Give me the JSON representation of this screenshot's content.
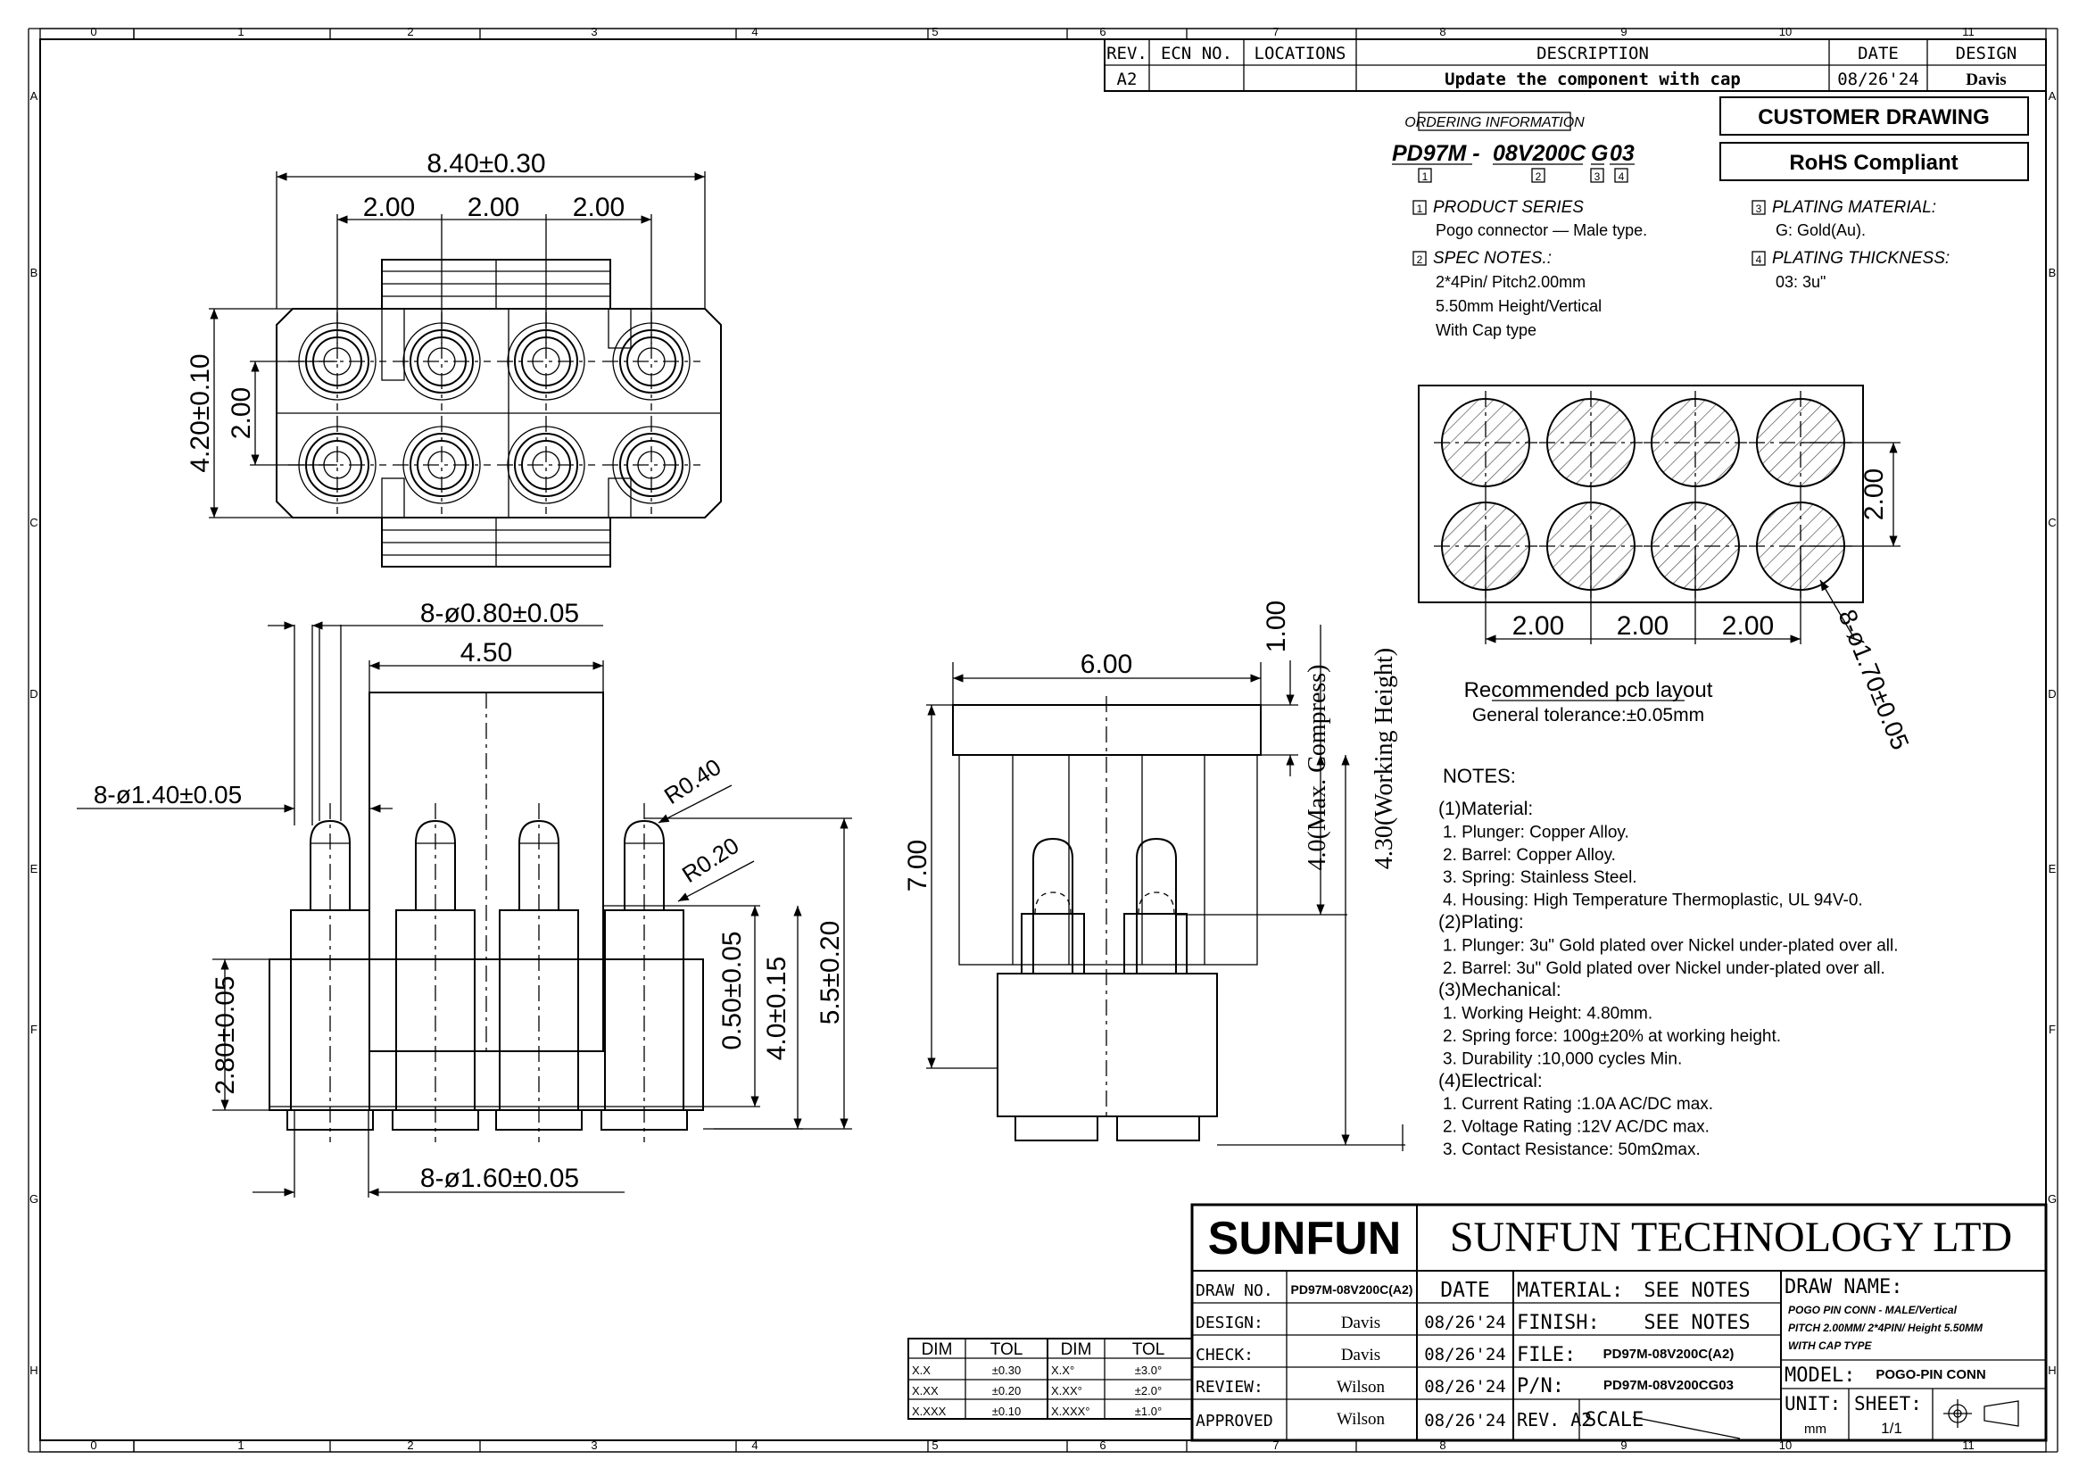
{
  "border": {
    "cols": [
      "0",
      "1",
      "2",
      "3",
      "4",
      "5",
      "6",
      "7",
      "8",
      "9",
      "10",
      "11"
    ],
    "rows": [
      "A",
      "B",
      "C",
      "D",
      "E",
      "F",
      "G",
      "H"
    ]
  },
  "revision": {
    "headers": {
      "rev": "REV.",
      "ecn": "ECN NO.",
      "loc": "LOCATIONS",
      "desc": "DESCRIPTION",
      "date": "DATE",
      "design": "DESIGN"
    },
    "rev": "A2",
    "ecn": "",
    "loc": "",
    "desc": "Update the component with cap",
    "date": "08/26'24",
    "design": "Davis"
  },
  "ordering": {
    "heading": "ORDERING INFORMATION",
    "part_series": "PD97M -",
    "part_spec": "08V200C",
    "part_plating": "G",
    "part_thick": "03",
    "n1": "1",
    "n2": "2",
    "n3": "3",
    "n4": "4",
    "product_series_title": "PRODUCT SERIES",
    "product_series_text": "Pogo connector — Male type.",
    "spec_notes_title": "SPEC NOTES.:",
    "spec_line1": "2*4Pin/ Pitch2.00mm",
    "spec_line2": "5.50mm Height/Vertical",
    "spec_line3": "With Cap type",
    "plating_material_title": "PLATING MATERIAL:",
    "plating_material_text": "G: Gold(Au).",
    "plating_thickness_title": "PLATING THICKNESS:",
    "plating_thickness_text": "03: 3u\""
  },
  "badges": {
    "customer": "CUSTOMER DRAWING",
    "rohs": "RoHS Compliant"
  },
  "dims": {
    "top_overall": "8.40±0.30",
    "top_pitch1": "2.00",
    "top_pitch2": "2.00",
    "top_pitch3": "2.00",
    "top_height": "4.20±0.10",
    "top_row_pitch": "2.00",
    "front_pin_dia": "8-ø0.80±0.05",
    "front_cap": "4.50",
    "front_barrel_dia": "8-ø1.40±0.05",
    "front_r040": "R0.40",
    "front_r020": "R0.20",
    "front_base": "2.80±0.05",
    "front_050": "0.50±0.05",
    "front_40": "4.0±0.15",
    "front_55": "5.5±0.20",
    "front_bottom_dia": "8-ø1.60±0.05",
    "side_width": "6.00",
    "side_cap": "1.00",
    "side_height": "7.00",
    "side_compress": "4.0(Max. Compress)",
    "side_working": "4.30(Working Height)",
    "pcb_row": "2.00",
    "pcb_p1": "2.00",
    "pcb_p2": "2.00",
    "pcb_p3": "2.00",
    "pcb_hole": "8-ø1.70±0.05",
    "pcb_title": "Recommended pcb layout",
    "pcb_tol": "General tolerance:±0.05mm"
  },
  "notes": {
    "title": "NOTES:",
    "lines": [
      "(1)Material:",
      "1.    Plunger: Copper Alloy.",
      "2.    Barrel: Copper Alloy.",
      "3.    Spring: Stainless Steel.",
      "4.    Housing: High Temperature Thermoplastic,   UL 94V-0.",
      "(2)Plating:",
      "1. Plunger: 3u\" Gold plated over Nickel under-plated over all.",
      "2. Barrel:  3u\" Gold plated over Nickel under-plated over all.",
      "(3)Mechanical:",
      "1.    Working Height: 4.80mm.",
      "2.    Spring force: 100g±20% at working height.",
      "3.    Durability :10,000 cycles Min.",
      "(4)Electrical:",
      "1.    Current Rating :1.0A AC/DC max.",
      "2.    Voltage Rating :12V AC/DC max.",
      "3.    Contact Resistance: 50mΩmax."
    ]
  },
  "tolerance_table": {
    "h_dim": "DIM",
    "h_tol": "TOL",
    "left": [
      [
        "X.X",
        "±0.30"
      ],
      [
        "X.XX",
        "±0.20"
      ],
      [
        "X.XXX",
        "±0.10"
      ]
    ],
    "right": [
      [
        "X.X°",
        "±3.0°"
      ],
      [
        "X.XX°",
        "±2.0°"
      ],
      [
        "X.XXX°",
        "±1.0°"
      ]
    ]
  },
  "title_block": {
    "logo": "SUNFUN",
    "company": "SUNFUN TECHNOLOGY LTD",
    "draw_no_label": "DRAW NO.",
    "draw_no": "PD97M-08V200C(A2)",
    "date_label": "DATE",
    "design_label": "DESIGN:",
    "design": "Davis",
    "design_date": "08/26'24",
    "check_label": "CHECK:",
    "check": "Davis",
    "check_date": "08/26'24",
    "review_label": "REVIEW:",
    "review": "Wilson",
    "review_date": "08/26'24",
    "approved_label": "APPROVED",
    "approved": "Wilson",
    "approved_date": "08/26'24",
    "material_label": "MATERIAL:",
    "material": "SEE NOTES",
    "finish_label": "FINISH:",
    "finish": "SEE NOTES",
    "file_label": "FILE:",
    "file": "PD97M-08V200C(A2)",
    "pn_label": "P/N:",
    "pn": "PD97M-08V200CG03",
    "rev_label": "REV. A2",
    "scale_label": "SCALE",
    "draw_name_label": "DRAW NAME:",
    "draw_name_1": "POGO PIN CONN - MALE/Vertical",
    "draw_name_2": "PITCH 2.00MM/ 2*4PIN/ Height 5.50MM",
    "draw_name_3": "WITH CAP TYPE",
    "model_label": "MODEL:",
    "model": "POGO-PIN CONN",
    "unit_label": "UNIT:",
    "unit": "mm",
    "sheet_label": "SHEET:",
    "sheet": "1/1"
  }
}
